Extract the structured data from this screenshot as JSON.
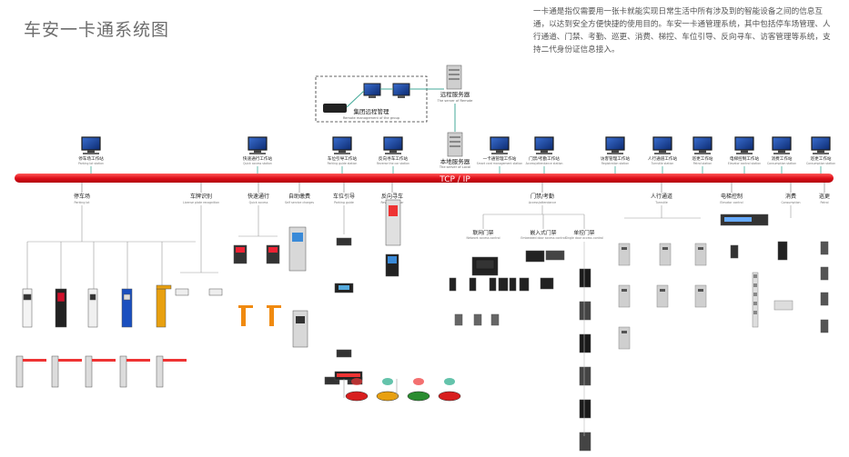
{
  "header": {
    "title": "车安一卡通系统图",
    "description": "一卡通是指仅需要用一张卡就能实现日常生活中所有涉及到的智能设备之间的信息互通，以达到安全方便快捷的使用目的。车安一卡通管理系统，其中包括停车场管理、人行通道、门禁、考勤、巡更、消费、梯控、车位引导、反向寻车、访客管理等系统，支持二代身份证信息接入。"
  },
  "network": {
    "bus_label": "TCP / IP",
    "remote_server": "远程服务器",
    "remote_server_en": "The server of Remote",
    "local_server": "本地服务器",
    "local_server_en": "The server of Local",
    "group_management": "集团远程管理",
    "group_management_en": "Remote management of the group"
  },
  "workstations": [
    {
      "label": "停车场工作站",
      "en": "Parking lot station"
    },
    {
      "label": "快速通行工作站",
      "en": "Quick access station"
    },
    {
      "label": "车位引导工作站",
      "en": "Parking guide station"
    },
    {
      "label": "反向寻车工作站",
      "en": "Reverse the car station"
    },
    {
      "label": "一卡通管理工作站",
      "en": "Smart card management station"
    },
    {
      "label": "门禁/考勤工作站",
      "en": "Access/attendance station"
    },
    {
      "label": "访客管理工作站",
      "en": "Registration station"
    },
    {
      "label": "人行通道工作站",
      "en": "Turnstile station"
    },
    {
      "label": "巡更工作站",
      "en": "Patrol station"
    },
    {
      "label": "电梯控制工作站",
      "en": "Elevator control station"
    },
    {
      "label": "消费工作站",
      "en": "Consumption station"
    },
    {
      "label": "巡更工作站",
      "en": "Consumption station"
    }
  ],
  "subsystems": [
    {
      "label": "停车场",
      "en": "Parking lot"
    },
    {
      "label": "车牌识别",
      "en": "License plate recognition"
    },
    {
      "label": "快速通行",
      "en": "Quick access"
    },
    {
      "label": "自助缴费",
      "en": "Self service charges"
    },
    {
      "label": "车位引导",
      "en": "Parking guide"
    },
    {
      "label": "反向寻车",
      "en": "Reverse the car"
    },
    {
      "label": "门禁/考勤",
      "en": "Access/attendance"
    },
    {
      "label": "人行通道",
      "en": "Turnstile"
    },
    {
      "label": "电梯控制",
      "en": "Elevator control"
    },
    {
      "label": "消费",
      "en": "Consumption"
    },
    {
      "label": "巡更",
      "en": "Patrol"
    }
  ],
  "access_groups": [
    {
      "label": "联网门禁",
      "en": "Network access control"
    },
    {
      "label": "嵌入式门禁",
      "en": "Embedded door access control"
    },
    {
      "label": "单控门禁",
      "en": "Single door access control"
    }
  ]
}
